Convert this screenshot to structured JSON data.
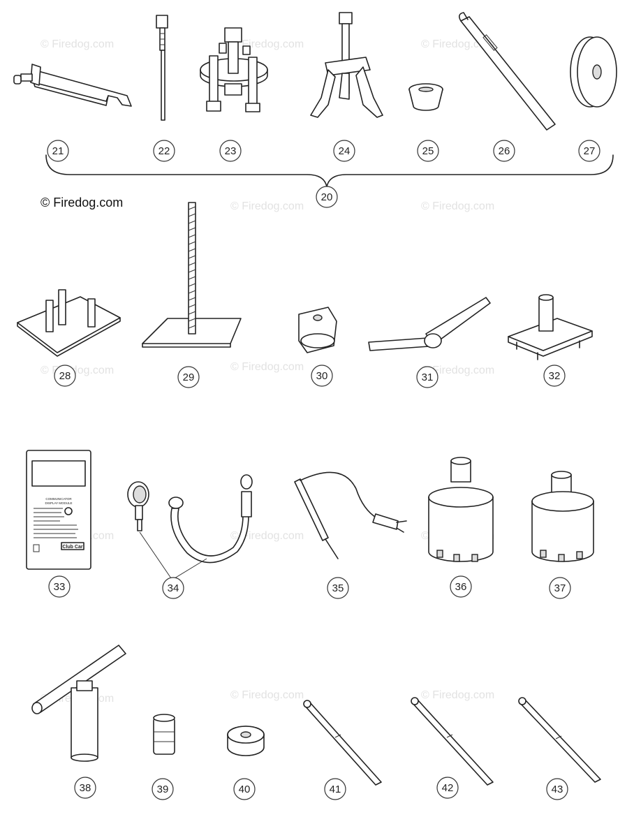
{
  "watermark": "© Firedog.com",
  "copyright_label": "© Firedog.com",
  "callouts": [
    {
      "id": "c20",
      "label": "20"
    },
    {
      "id": "c21",
      "label": "21"
    },
    {
      "id": "c22",
      "label": "22"
    },
    {
      "id": "c23",
      "label": "23"
    },
    {
      "id": "c24",
      "label": "24"
    },
    {
      "id": "c25",
      "label": "25"
    },
    {
      "id": "c26",
      "label": "26"
    },
    {
      "id": "c27",
      "label": "27"
    },
    {
      "id": "c28",
      "label": "28"
    },
    {
      "id": "c29",
      "label": "29"
    },
    {
      "id": "c30",
      "label": "30"
    },
    {
      "id": "c31",
      "label": "31"
    },
    {
      "id": "c32",
      "label": "32"
    },
    {
      "id": "c33",
      "label": "33"
    },
    {
      "id": "c34",
      "label": "34"
    },
    {
      "id": "c35",
      "label": "35"
    },
    {
      "id": "c36",
      "label": "36"
    },
    {
      "id": "c37",
      "label": "37"
    },
    {
      "id": "c38",
      "label": "38"
    },
    {
      "id": "c39",
      "label": "39"
    },
    {
      "id": "c40",
      "label": "40"
    },
    {
      "id": "c41",
      "label": "41"
    },
    {
      "id": "c42",
      "label": "42"
    },
    {
      "id": "c43",
      "label": "43"
    }
  ],
  "display_card": {
    "heading_line1": "COMMUNICATOR",
    "heading_line2": "DISPLAY MODULE",
    "brand": "Club Car"
  }
}
